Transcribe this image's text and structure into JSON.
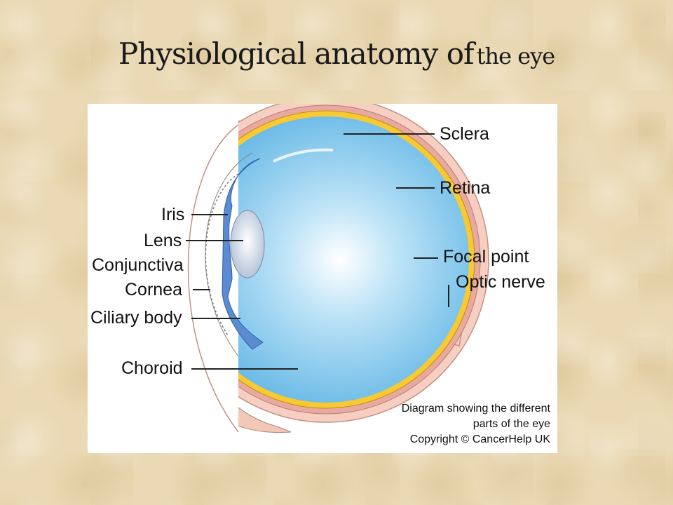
{
  "slide": {
    "title_main": "Physiological anatomy of",
    "title_tail": "the eye"
  },
  "diagram": {
    "labels": {
      "sclera": "Sclera",
      "retina": "Retina",
      "focal_point": "Focal point",
      "optic_nerve": "Optic nerve",
      "iris": "Iris",
      "lens": "Lens",
      "conjunctiva": "Conjunctiva",
      "cornea": "Cornea",
      "ciliary_body": "Ciliary body",
      "choroid": "Choroid"
    },
    "caption": {
      "line1": "Diagram showing the different",
      "line2": "parts of the eye",
      "line3": "Copyright © CancerHelp UK"
    }
  }
}
